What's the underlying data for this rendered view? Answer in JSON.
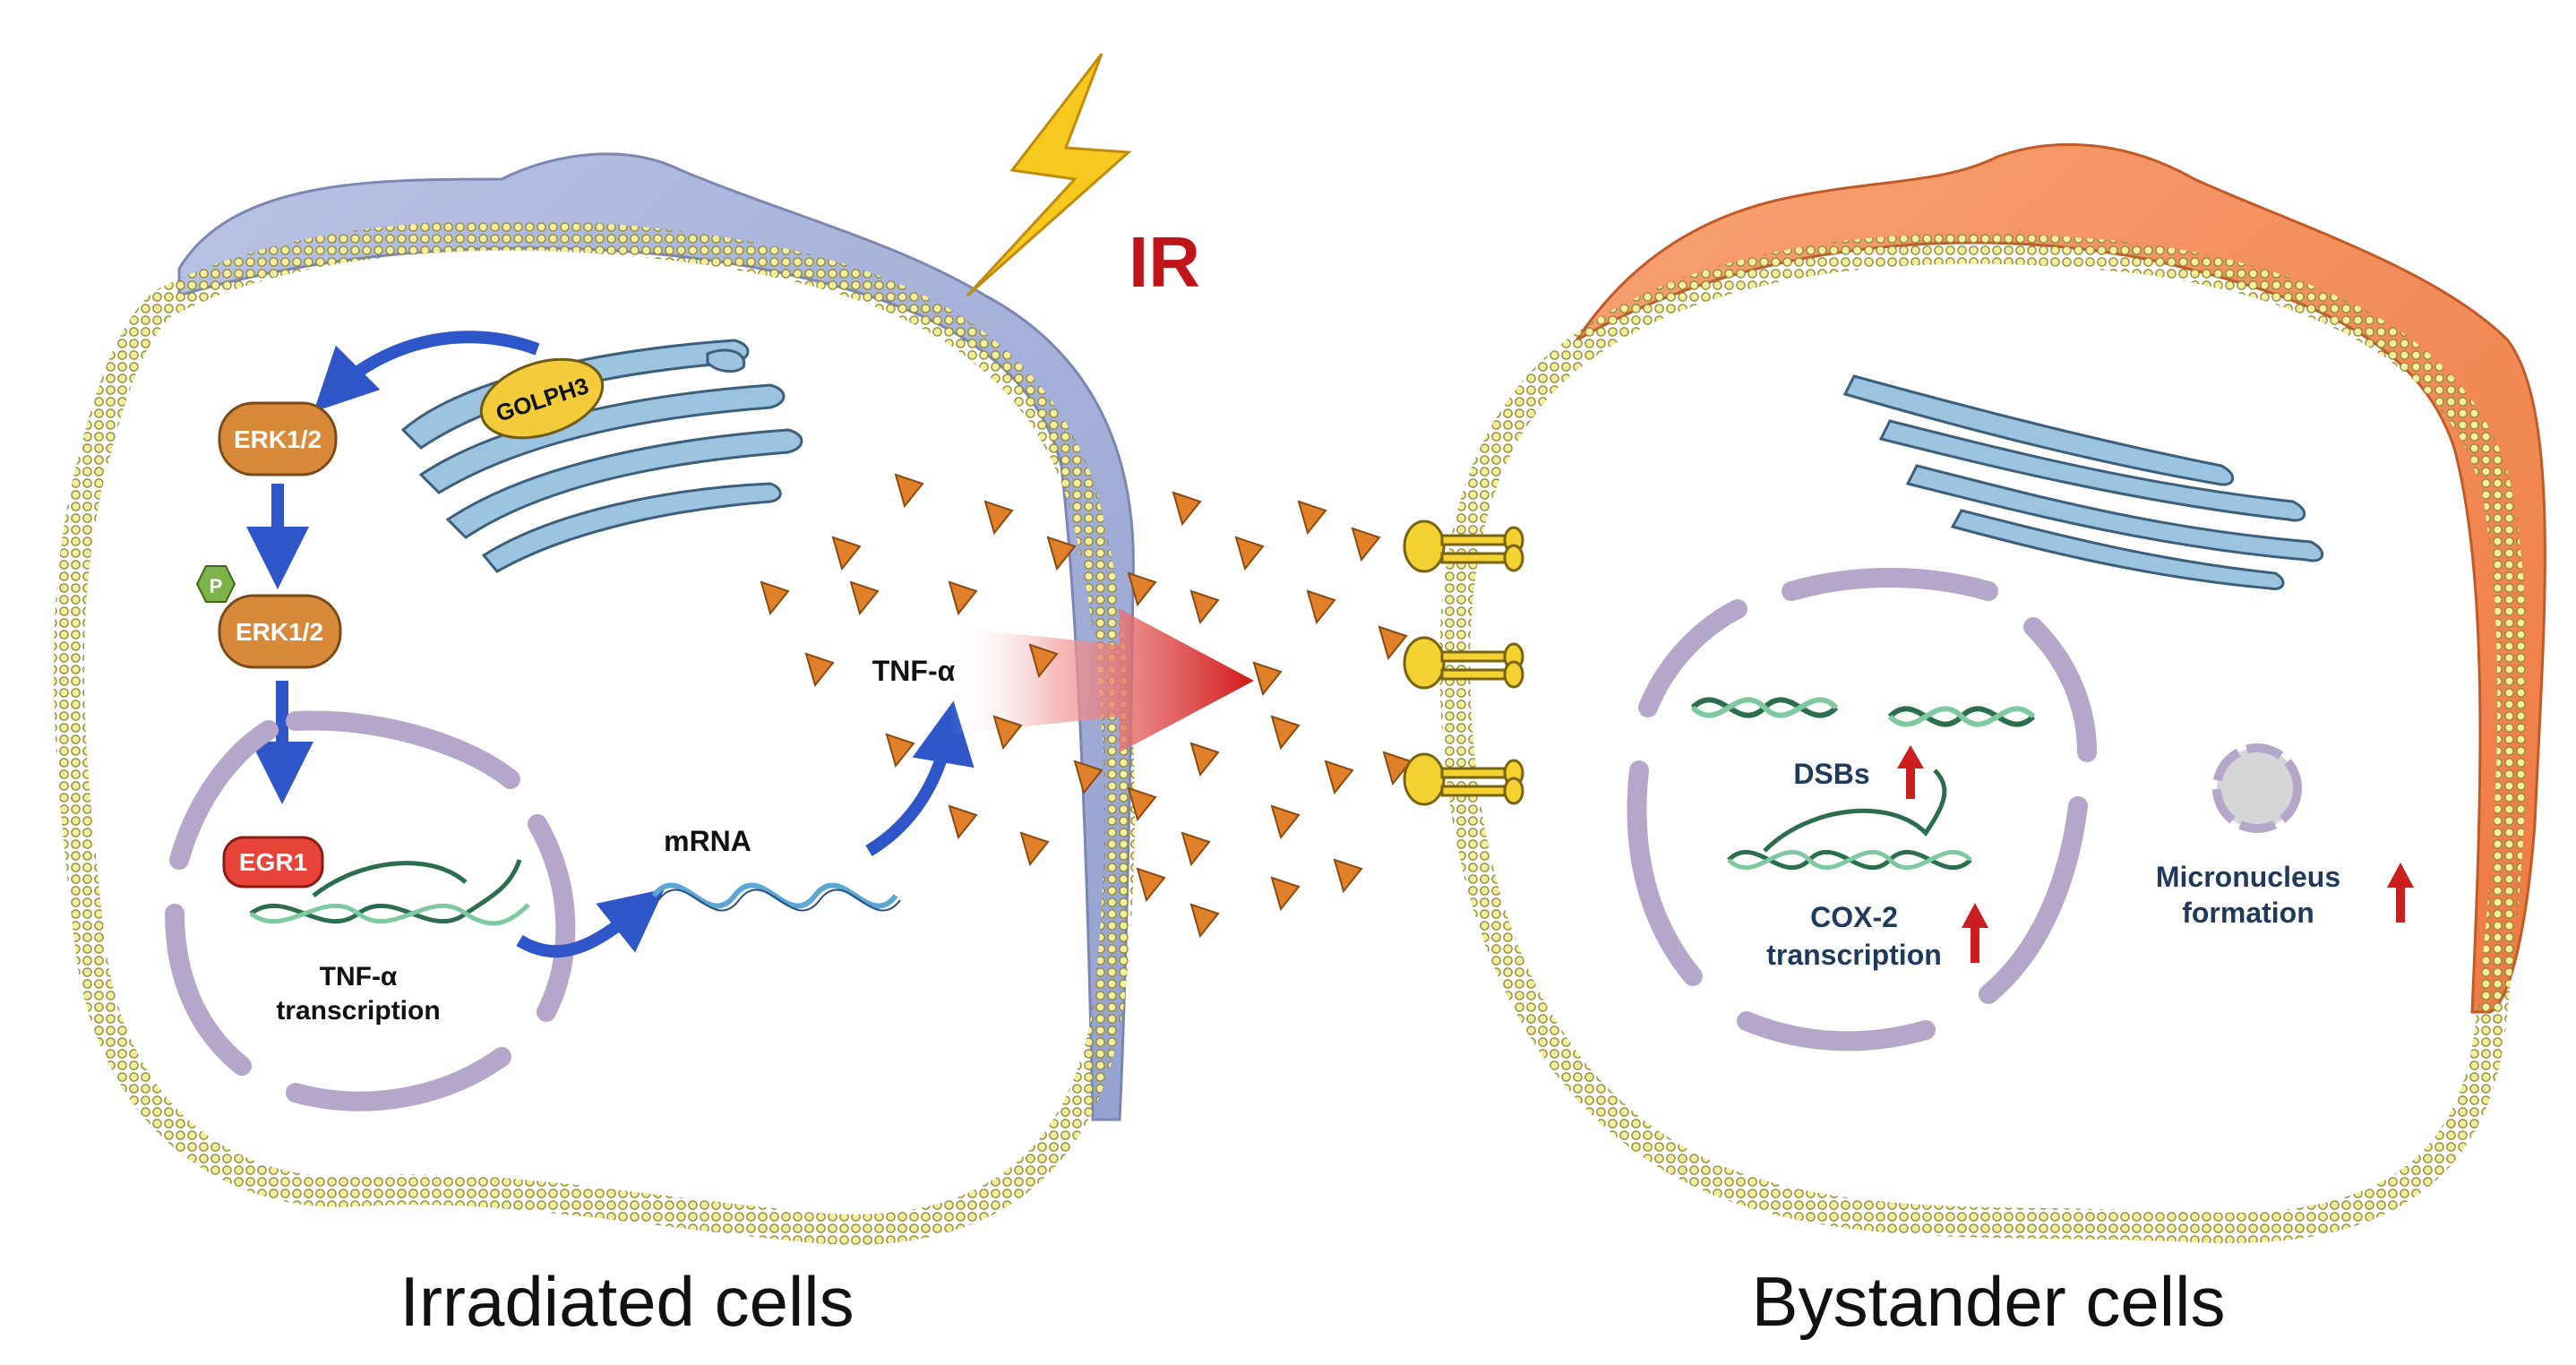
{
  "stimulus": {
    "label": "IR"
  },
  "irradiated_cell": {
    "caption": "Irradiated cells",
    "golph3": "GOLPH3",
    "erk": "ERK1/2",
    "erk_phospho": "ERK1/2",
    "phospho_tag": "P",
    "egr1": "EGR1",
    "transcription_line1": "TNF-α",
    "transcription_line2": "transcription",
    "mrna": "mRNA",
    "tnf": "TNF-α"
  },
  "bystander_cell": {
    "caption": "Bystander cells",
    "dsbs": "DSBs",
    "cox2_line1": "COX-2",
    "cox2_line2": "transcription",
    "micronucleus_line1": "Micronucleus",
    "micronucleus_line2": "formation"
  },
  "colors": {
    "irradiated_cap": "#aab4d9",
    "bystander_cap": "#f28a5a",
    "membrane": "#f4ea9a",
    "golgi": "#8fb8d8",
    "nucleus": "#b5a7c9",
    "erk": "#d88a3a",
    "egr1": "#e8443a",
    "golph3": "#f2cc3a",
    "tnf_particle": "#e0802a",
    "arrow_blue": "#2f56c9",
    "arrow_red": "#cc1e1e",
    "ir_text": "#c0141b",
    "lightning": "#f7c81e"
  }
}
